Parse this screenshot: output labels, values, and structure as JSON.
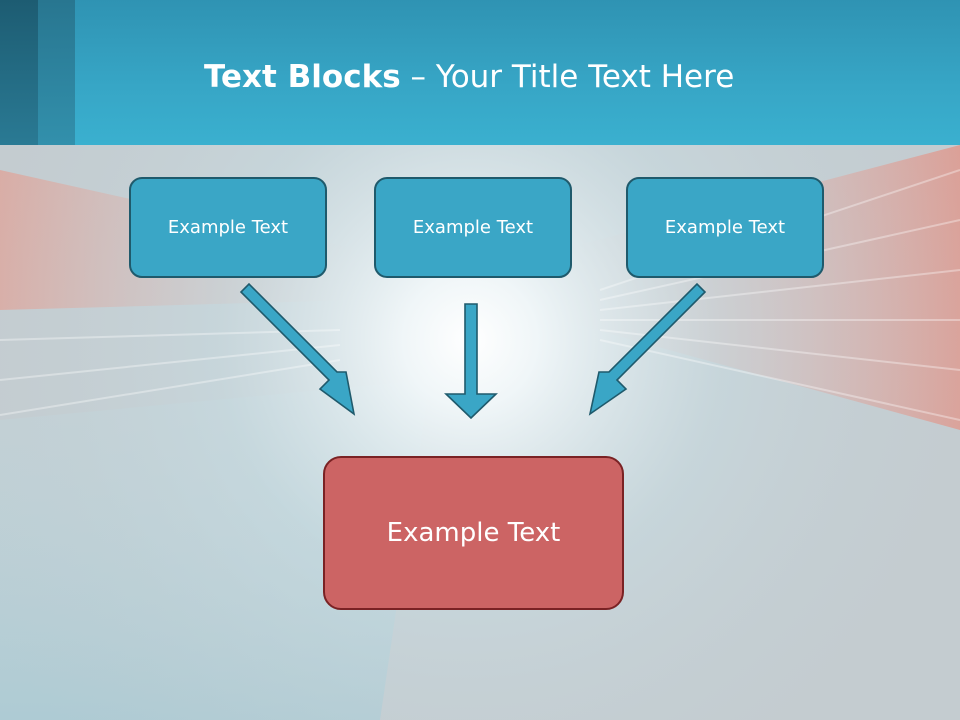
{
  "slide": {
    "title_bold": "Text Blocks",
    "title_dash": " – ",
    "title_rest": "Your Title Text Here"
  },
  "blocks": [
    {
      "text": "Example Text"
    },
    {
      "text": "Example Text"
    },
    {
      "text": "Example Text"
    }
  ],
  "result_block": {
    "text": "Example Text"
  },
  "colors": {
    "header": "#37a6c6",
    "block_fill": "#3aa6c6",
    "block_border": "#1f5a6c",
    "result_fill": "#cc6464",
    "result_border": "#7a2224",
    "title_text": "#ffffff"
  }
}
